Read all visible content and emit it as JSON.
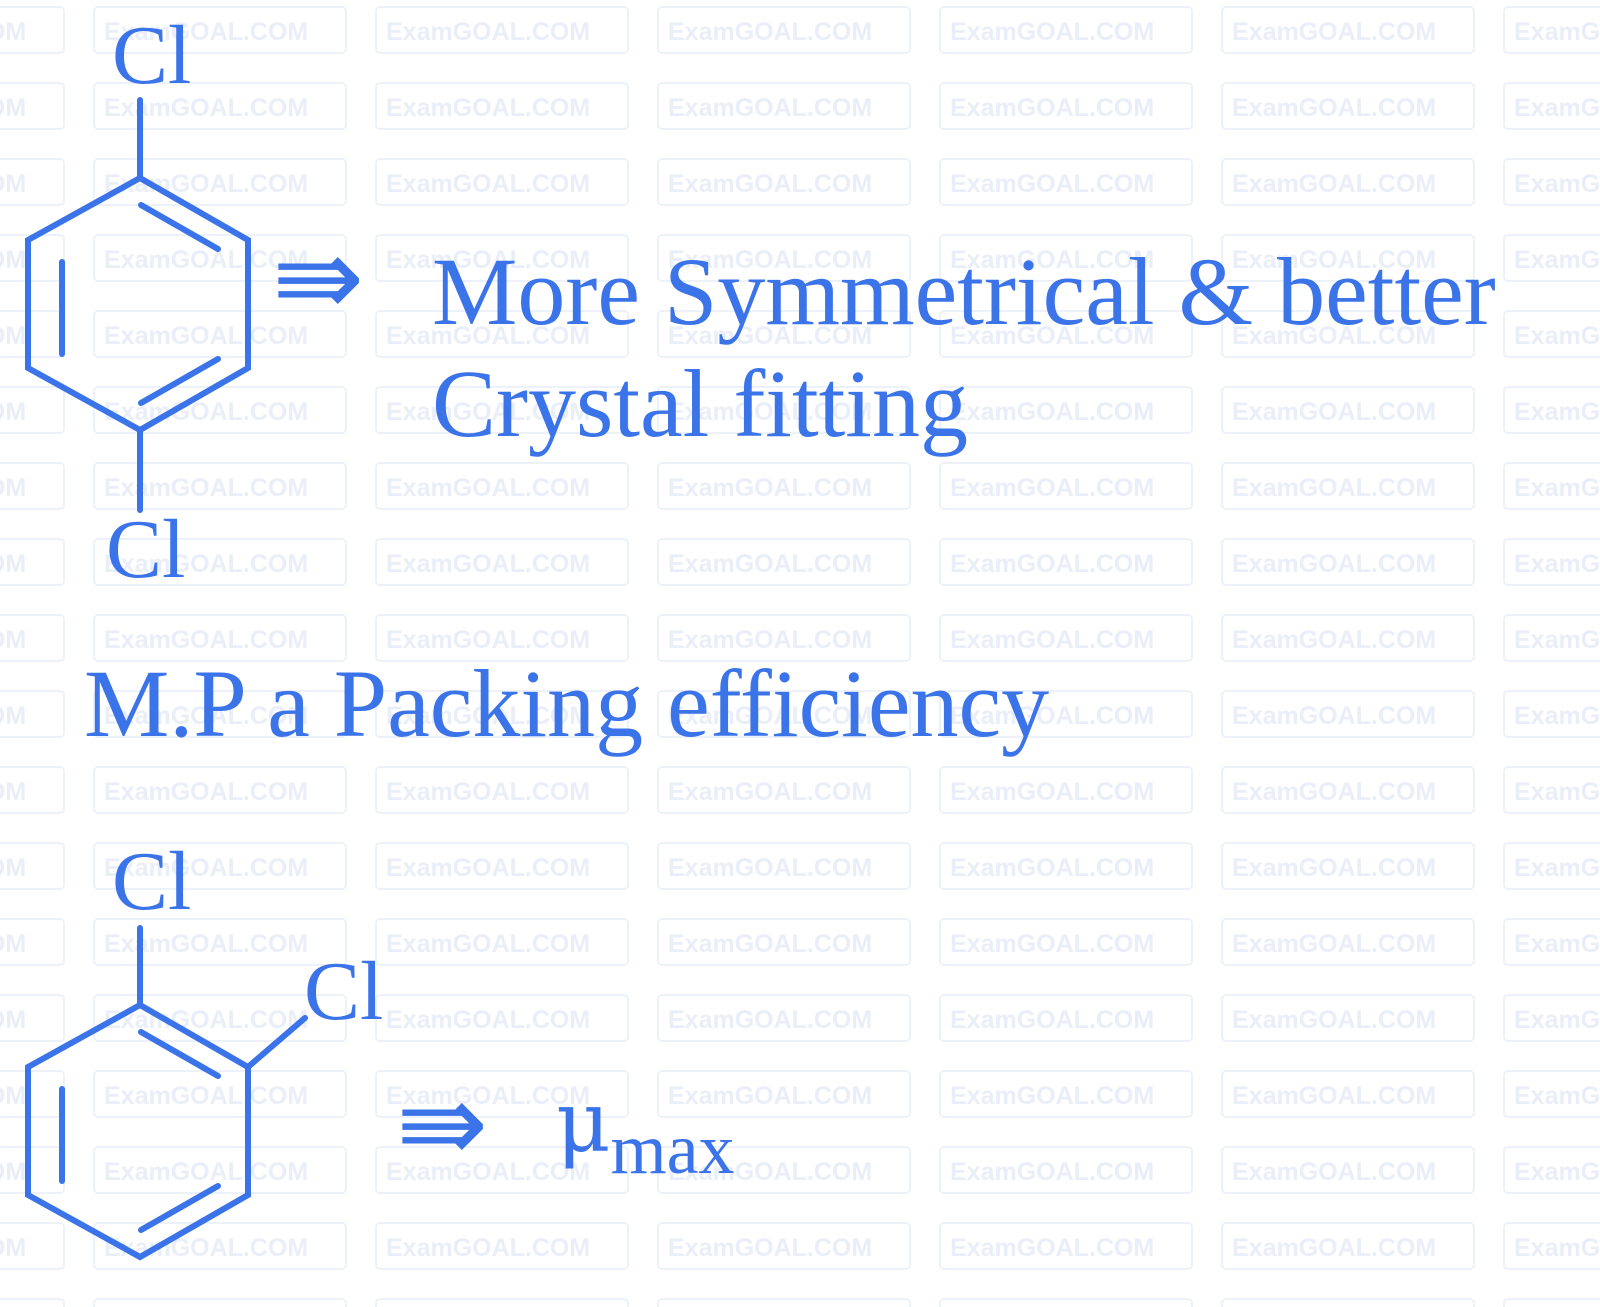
{
  "watermark": {
    "text": "ExamGOAL.COM"
  },
  "para_dichlorobenzene": {
    "substituent_top": "Cl",
    "substituent_bottom": "Cl",
    "arrow": "⇛",
    "statement_line1": "More Symmetrical & better",
    "statement_line2": "Crystal fitting"
  },
  "relation": {
    "text": "M.P a Packing efficiency"
  },
  "ortho_dichlorobenzene": {
    "substituent_1": "Cl",
    "substituent_2": "Cl",
    "arrow": "⇛",
    "mu_symbol": "μ",
    "mu_subscript": "max"
  },
  "colors": {
    "ink": "#3b73e8",
    "watermark": "#e9eef8"
  }
}
